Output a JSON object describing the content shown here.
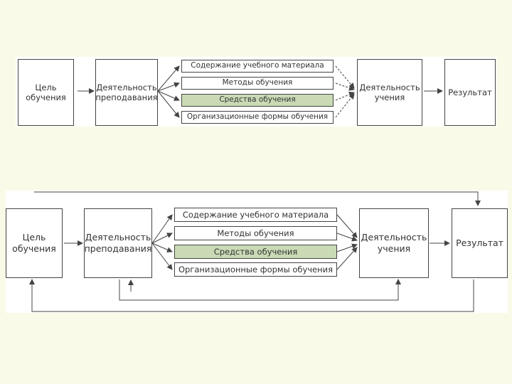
{
  "diagram_top": {
    "goal": "Цель обучения",
    "teaching": "Деятельность преподавания",
    "content": "Содержание учебного материала",
    "methods": "Методы обучения",
    "means": "Средства обучения",
    "forms": "Организационные формы обучения",
    "learning": "Деятельность учения",
    "result": "Результат"
  },
  "diagram_bottom": {
    "goal": "Цель обучения",
    "teaching": "Деятельность преподавания",
    "content": "Содержание учебного материала",
    "methods": "Методы обучения",
    "means": "Средства обучения",
    "forms": "Организационные формы обучения",
    "learning": "Деятельность учения",
    "result": "Результат"
  },
  "colors": {
    "background": "#fafae8",
    "highlight": "#c9dab5",
    "stroke": "#444444"
  }
}
